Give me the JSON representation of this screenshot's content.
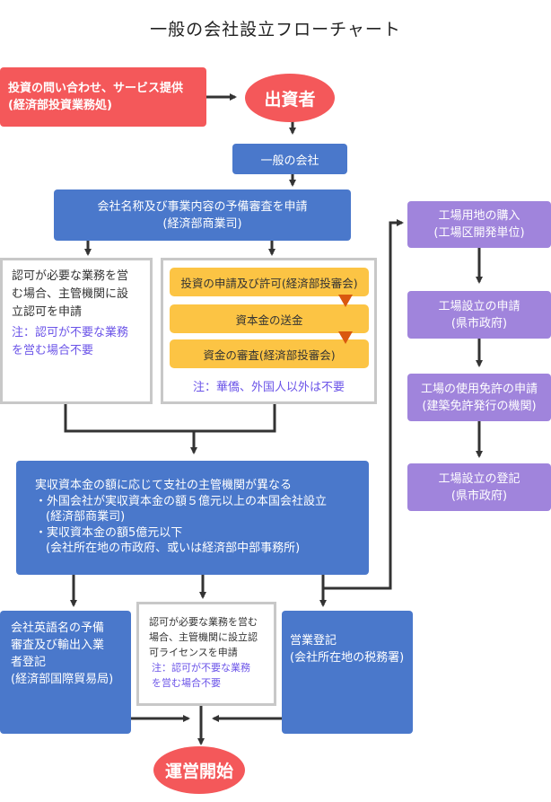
{
  "title": "一般の会社設立フローチャート",
  "colors": {
    "red": "#f4585a",
    "blue": "#4a78cb",
    "purple": "#a084dc",
    "yellow": "#fcc444",
    "orange_arrow": "#d9580f",
    "note": "#6b54e8",
    "arrow": "#333333"
  },
  "nodes": {
    "inquiry": {
      "lines": [
        "投資の問い合わせ、サービス提供",
        "(経済部投資業務処)"
      ]
    },
    "investor": {
      "label": "出資者"
    },
    "general_company": {
      "label": "一般の会社"
    },
    "name_review": {
      "lines": [
        "会社名称及び事業内容の予備審査を申請",
        "(経済部商業司)"
      ]
    },
    "permit_left": {
      "lines": [
        "認可が必要な業務を営",
        "む場合、主管機関に設",
        "立認可を申請"
      ],
      "note": [
        "注：認可が不要な業務",
        "を営む場合不要"
      ]
    },
    "investment_group": {
      "steps": [
        "投資の申請及び許可(経済部投審会)",
        "資本金の送金",
        "資金の審査(経済部投審会)"
      ],
      "note": "注：華僑、外国人以外は不要"
    },
    "capital": {
      "lines": [
        "実収資本金の額に応じて支社の主管機関が異なる",
        "・外国会社が実収資本金の額５億元以上の本国会社設立",
        "(経済部商業司)",
        "・実収資本金の額5億元以下",
        "(会社所在地の市政府、或いは経済部中部事務所)"
      ]
    },
    "english_name": {
      "lines": [
        "会社英語名の予備",
        "審査及び輸出入業",
        "者登記",
        "(経済部国際貿易局)"
      ]
    },
    "permit_bottom": {
      "lines": [
        "認可が必要な業務を営む",
        "場合、主管機関に設立認",
        "可ライセンスを申請"
      ],
      "note": [
        "注：認可が不要な業務",
        "を営む場合不要"
      ]
    },
    "business_reg": {
      "lines": [
        "営業登記",
        "(会社所在地の税務署)"
      ]
    },
    "start": {
      "label": "運営開始"
    },
    "factory": [
      {
        "lines": [
          "工場用地の購入",
          "(工場区開発単位)"
        ]
      },
      {
        "lines": [
          "工場設立の申請",
          "(県市政府)"
        ]
      },
      {
        "lines": [
          "工場の使用免許の申請",
          "(建築免許発行の機関)"
        ]
      },
      {
        "lines": [
          "工場設立の登記",
          "(県市政府)"
        ]
      }
    ]
  }
}
